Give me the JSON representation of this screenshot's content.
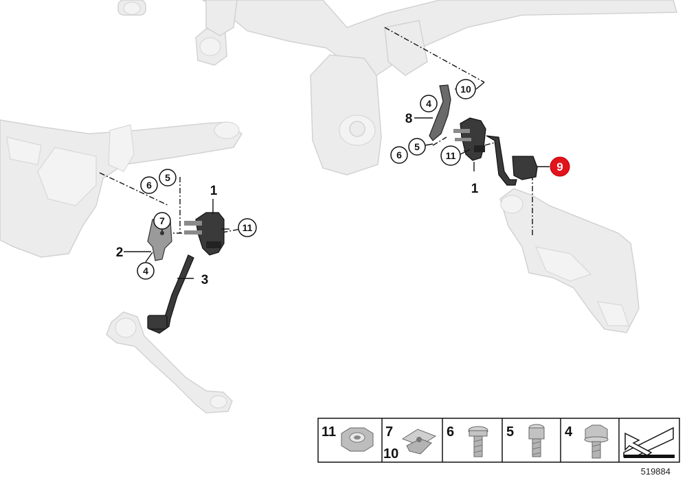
{
  "diagram_id": "519884",
  "highlight_color": "#e3131b",
  "callouts": {
    "left_1": "1",
    "left_2": "2",
    "left_3": "3",
    "left_4": "4",
    "left_5": "5",
    "left_6": "6",
    "left_7": "7",
    "left_11": "11",
    "right_1": "1",
    "right_4": "4",
    "right_5": "5",
    "right_6": "6",
    "right_8": "8",
    "right_9": "9",
    "right_10": "10",
    "right_11": "11"
  },
  "legend": {
    "cells": [
      {
        "labels": [
          "11"
        ],
        "icon": "nut-icon"
      },
      {
        "labels": [
          "7",
          "10"
        ],
        "icon": "clip-nut-icon"
      },
      {
        "labels": [
          "6"
        ],
        "icon": "torx-bolt-icon"
      },
      {
        "labels": [
          "5"
        ],
        "icon": "socket-bolt-icon"
      },
      {
        "labels": [
          "4"
        ],
        "icon": "hex-bolt-icon"
      }
    ],
    "last_cell_icon": "ramp-arrow-icon"
  }
}
